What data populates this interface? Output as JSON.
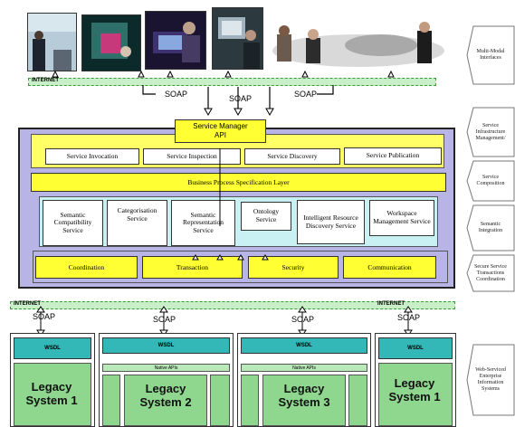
{
  "internet_top": "INTERNET",
  "internet_bottom_left": "INTERNET",
  "internet_bottom_right": "INTERNET",
  "soap": "SOAP",
  "service_manager": {
    "line1": "Service Manager",
    "line2": "API"
  },
  "top_row": [
    "Service Invocation",
    "Service Inspection",
    "Service Discovery",
    "Service Publication"
  ],
  "bpsl": "Business Process Specification Layer",
  "semantic_row": [
    "Semantic Compatibility Service",
    "Categorisation Service",
    "Semantic Representation Service",
    "Ontology Service",
    "Intelligent Resource Discovery Service",
    "Workspace Management Service"
  ],
  "bottom_row": [
    "Coordination",
    "Transaction",
    "Security",
    "Communication"
  ],
  "wsdl": "WSDL",
  "native_apis": "Native APIs",
  "legacy": [
    "Legacy System 1",
    "Legacy System 2",
    "Legacy System 3",
    "Legacy System 1"
  ],
  "right_labels": [
    "Multi-Modal Interfaces",
    "Service Infrastructure Management/",
    "Service Composition",
    "Semantic Integration",
    "Secure Service Transactions Coordination",
    "Web-Serviced Enterprise Information Systems"
  ]
}
